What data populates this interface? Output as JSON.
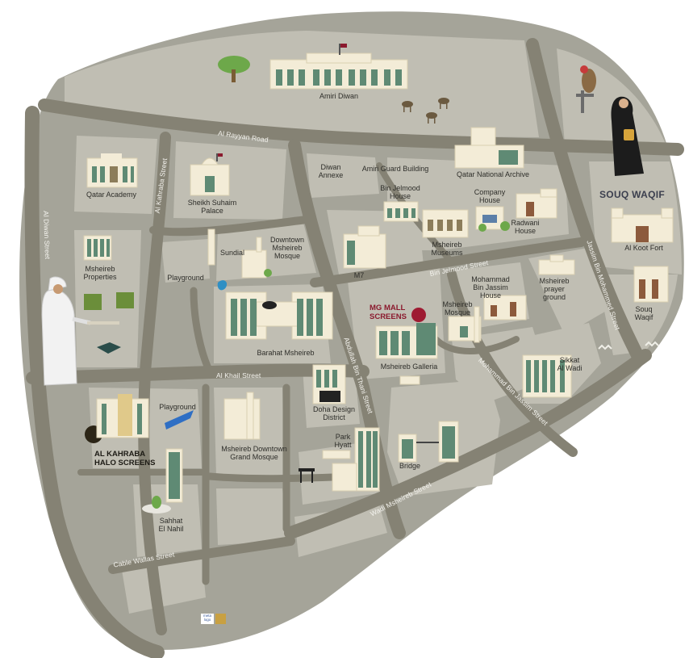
{
  "colors": {
    "background": "#ffffff",
    "land": "#a5a499",
    "roads": "#858274",
    "block_light": "#c0beb3",
    "building_green": "#5f8a74",
    "mg_marker": "#9e1b32",
    "kahraba_marker": "#2c2516"
  },
  "landmarks": {
    "amiri_diwan": "Amiri Diwan",
    "qatar_academy": "Qatar Academy",
    "sheikh_suhaim_palace": "Sheikh Suhaim\nPalace",
    "diwan_annexe": "Diwan\nAnnexe",
    "amiri_guard_building": "Amiri Guard Building",
    "qatar_national_archive": "Qatar National Archive",
    "bin_jelmood_house": "Bin Jelmood\nHouse",
    "company_house": "Company\nHouse",
    "radwani_house": "Radwani\nHouse",
    "msheireb_museums": "Msheireb\nMuseums",
    "m7": "M7",
    "sundial": "Sundial",
    "downtown_msheireb_mosque": "Downtown\nMsheireb\nMosque",
    "playground_1": "Playground",
    "msheireb_properties": "Msheireb\nProperties",
    "barahat_msheireb": "Barahat Msheireb",
    "mohammad_bin_jassim_house": "Mohammad\nBin Jassim\nHouse",
    "msheireb_mosque": "Msheireb\nMosque",
    "msheireb_prayer_ground": "Msheireb\nprayer\nground",
    "msheireb_galleria": "Msheireb Galleria",
    "sikkat_al_wadi": "Sikkat\nAl Wadi",
    "doha_design_district": "Doha Design\nDistrict",
    "playground_2": "Playground",
    "msheireb_downtown_grand_mosque": "Msheireb Downtown\nGrand Mosque",
    "park_hyatt": "Park\nHyatt",
    "bridge": "Bridge",
    "sahhat_el_nahil": "Sahhat\nEl Nahil",
    "souq_waqif_title": "SOUQ WAQIF",
    "al_koot_fort": "Al Koot Fort",
    "souq_waqif": "Souq\nWaqif",
    "mg_mall_screens": "MG MALL\nSCREENS",
    "al_kahraba_halo_screens": "AL KAHRABA\nHALO SCREENS"
  },
  "streets": {
    "al_rayyan_road": "Al Rayyan Road",
    "al_diwan_street": "Al Diwan Street",
    "al_kahraba_street": "Al Kahraba Street",
    "bin_jelmood_street": "Bin Jelmood Street",
    "jassim_bin_mohammed_street": "Jassim Bin Mohammed Street",
    "al_khail_street": "Al Khail Street",
    "abdullah_bin_thani_street": "Abdullah Bin Thani Street",
    "mohammad_bin_jassim_street": "Mohammad Bin Jassim Street",
    "wadi_msheireb_street": "Wadi Msheireb Street",
    "cable_wallas_street": "Cable Wallas Street"
  },
  "logo": {
    "brand_text": "meta\nlogo"
  }
}
